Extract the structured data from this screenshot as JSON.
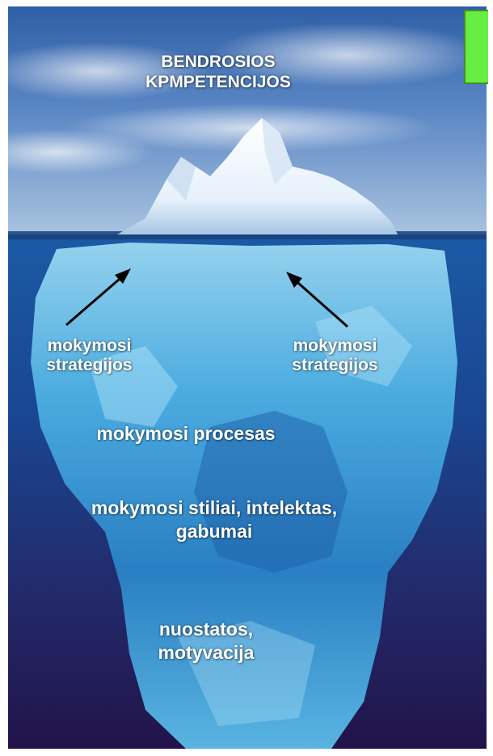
{
  "title": {
    "line1": "BENDROSIOS",
    "line2": "KPMPETENCIJOS"
  },
  "left_label": {
    "line1": "mokymosi",
    "line2": "strategijos"
  },
  "right_label": {
    "line1": "mokymosi",
    "line2": "strategijos"
  },
  "layers": {
    "process": "mokymosi procesas",
    "styles_line1": "mokymosi stiliai, intelektas,",
    "styles_line2": "gabumai",
    "attitudes_line1": "nuostatos,",
    "attitudes_line2": "motyvacija"
  },
  "colors": {
    "badge": "#66ee44",
    "text": "#ffffff",
    "arrow": "#000000"
  }
}
